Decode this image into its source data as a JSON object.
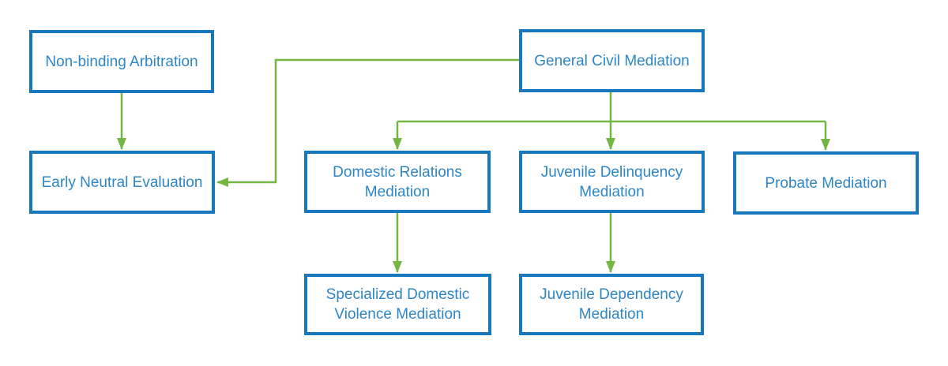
{
  "diagram": {
    "colors": {
      "box_border": "#1878be",
      "box_fill": "#ffffff",
      "label_text": "#2e86c6",
      "connector": "#74b644",
      "background": "#ffffff"
    },
    "nodes": [
      {
        "id": "non-binding-arbitration",
        "label": "Non-binding Arbitration"
      },
      {
        "id": "general-civil-mediation",
        "label": "General Civil Mediation"
      },
      {
        "id": "early-neutral-evaluation",
        "label": "Early Neutral Evaluation"
      },
      {
        "id": "domestic-relations-mediation",
        "label": "Domestic Relations Mediation"
      },
      {
        "id": "juvenile-delinquency-mediation",
        "label": "Juvenile Delinquency Mediation"
      },
      {
        "id": "probate-mediation",
        "label": "Probate Mediation"
      },
      {
        "id": "specialized-domestic-violence-mediation",
        "label": "Specialized Domestic Violence Mediation"
      },
      {
        "id": "juvenile-dependency-mediation",
        "label": "Juvenile Dependency Mediation"
      }
    ],
    "edges": [
      {
        "from": "non-binding-arbitration",
        "to": "early-neutral-evaluation"
      },
      {
        "from": "general-civil-mediation",
        "to": "early-neutral-evaluation"
      },
      {
        "from": "general-civil-mediation",
        "to": "domestic-relations-mediation"
      },
      {
        "from": "general-civil-mediation",
        "to": "juvenile-delinquency-mediation"
      },
      {
        "from": "general-civil-mediation",
        "to": "probate-mediation"
      },
      {
        "from": "domestic-relations-mediation",
        "to": "specialized-domestic-violence-mediation"
      },
      {
        "from": "juvenile-delinquency-mediation",
        "to": "juvenile-dependency-mediation"
      }
    ]
  }
}
